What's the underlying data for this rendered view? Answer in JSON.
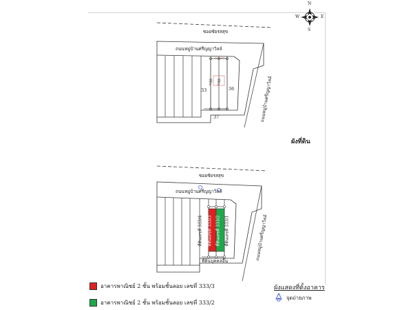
{
  "map": {
    "upper": {
      "street_top": "ซอยชัยรสสุข",
      "village_road": "ถนนหมู่บ้านศรีญญาวิลล์",
      "side_road": "ถนนหมู่บ้านศรีญญาวิลล์",
      "lot_labels": [
        "33",
        "36",
        "37"
      ],
      "plot_labels": [
        "ที่ดิน",
        "ที่ดิน"
      ]
    },
    "lower": {
      "street_top": "ซอยชัยรสสุข",
      "village_road": "ถนนหมู่บ้านศรีญญาวิลล์",
      "side_road": "ถนนหมู่บ้านศรีญญาวิลล์",
      "lot_label_left": "ที่ดินเลขที่ 333/4",
      "lot_label_red": "ที่ดินเลขที่ 333/3",
      "lot_label_green": "ที่ดินเลขที่ 333/2",
      "lot_label_right": "ที่ดินเลขที่ 333/1",
      "bottom_label": "ที่ดินบุคคลอื่น"
    },
    "plan_title": "ผังที่ดิน"
  },
  "legend": {
    "red": {
      "color": "#e02020",
      "label": "อาคารพาณิชย์ 2 ชั้น พร้อมชั้นลอย เลขที่ 333/3"
    },
    "green": {
      "color": "#1fa84a",
      "label": "อาคารพาณิชย์ 2 ชั้น พร้อมชั้นลอย เลขที่ 333/2"
    },
    "right_title": "ผังแสดงที่ตั้งอาคาร",
    "right_item": "จุดถ่ายภาพ"
  },
  "compass": {
    "icon": "compass-rose-icon",
    "north": "N",
    "south": "S",
    "east": "E",
    "west": "W"
  }
}
